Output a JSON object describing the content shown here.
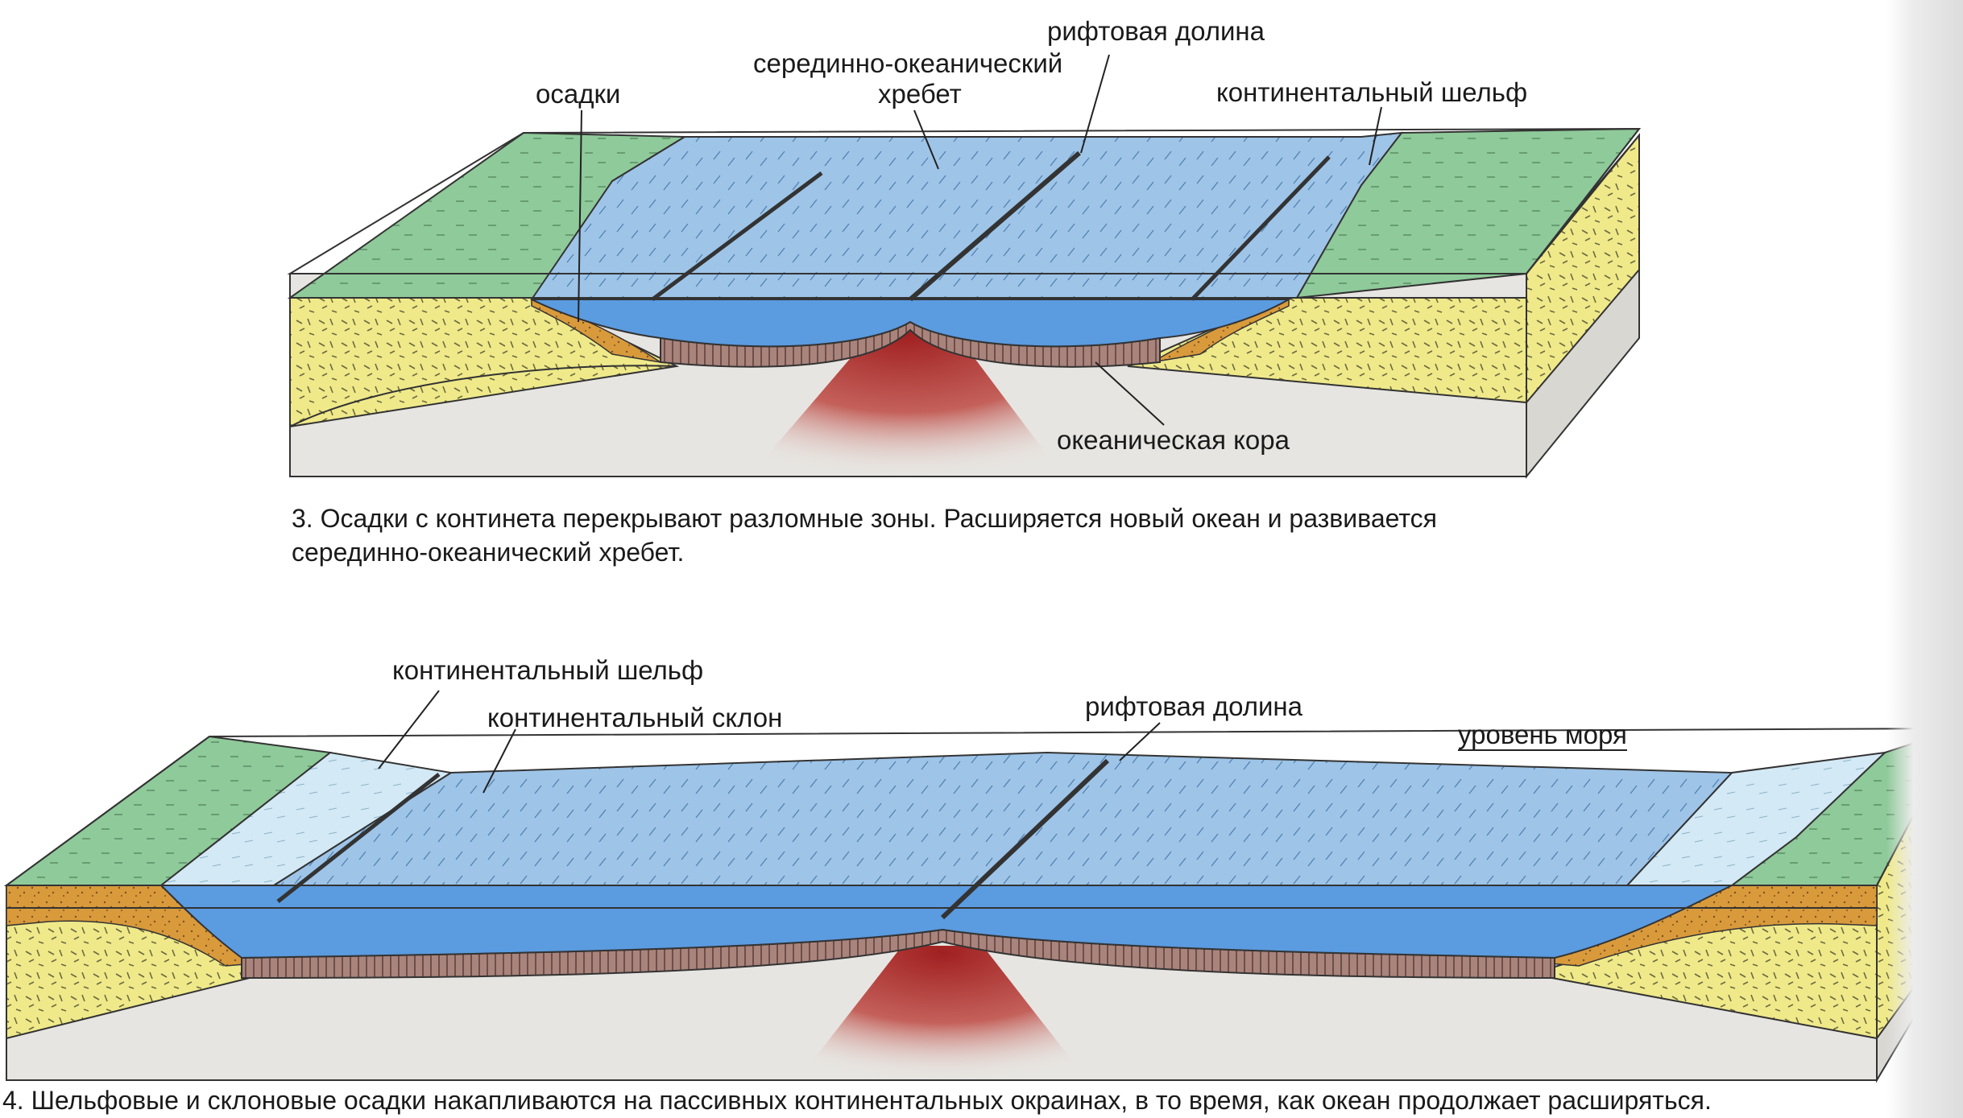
{
  "diagram3": {
    "labels": {
      "rift_valley": "рифтовая долина",
      "mid_ocean_ridge_l1": "серединно-океанический",
      "mid_ocean_ridge_l2": "хребет",
      "sediments": "осадки",
      "continental_shelf": "континентальный шельф",
      "oceanic_crust": "океаническая кора"
    },
    "caption_line1": "3. Осадки с континета перекрывают разломные зоны. Расширяется новый океан и развивается",
    "caption_line2": "серединно-океанический хребет."
  },
  "diagram4": {
    "labels": {
      "continental_shelf": "континентальный шельф",
      "continental_slope": "континентальный склон",
      "rift_valley": "рифтовая долина",
      "sea_level": "уровень моря"
    },
    "caption": "4. Шельфовые и склоновые осадки накапливаются на пассивных континентальных окраинах, в то время, как океан продолжает расширяться."
  },
  "colors": {
    "land": "#8fca9a",
    "continental_crust": "#efe98a",
    "sediment": "#d99a3c",
    "ocean_surface": "#9ec4e8",
    "ocean_section": "#5b9be0",
    "shelf_water": "#d6ecf6",
    "oceanic_crust": "#a07a74",
    "mantle": "#e7e5e1",
    "magma": "#a62a2a"
  }
}
